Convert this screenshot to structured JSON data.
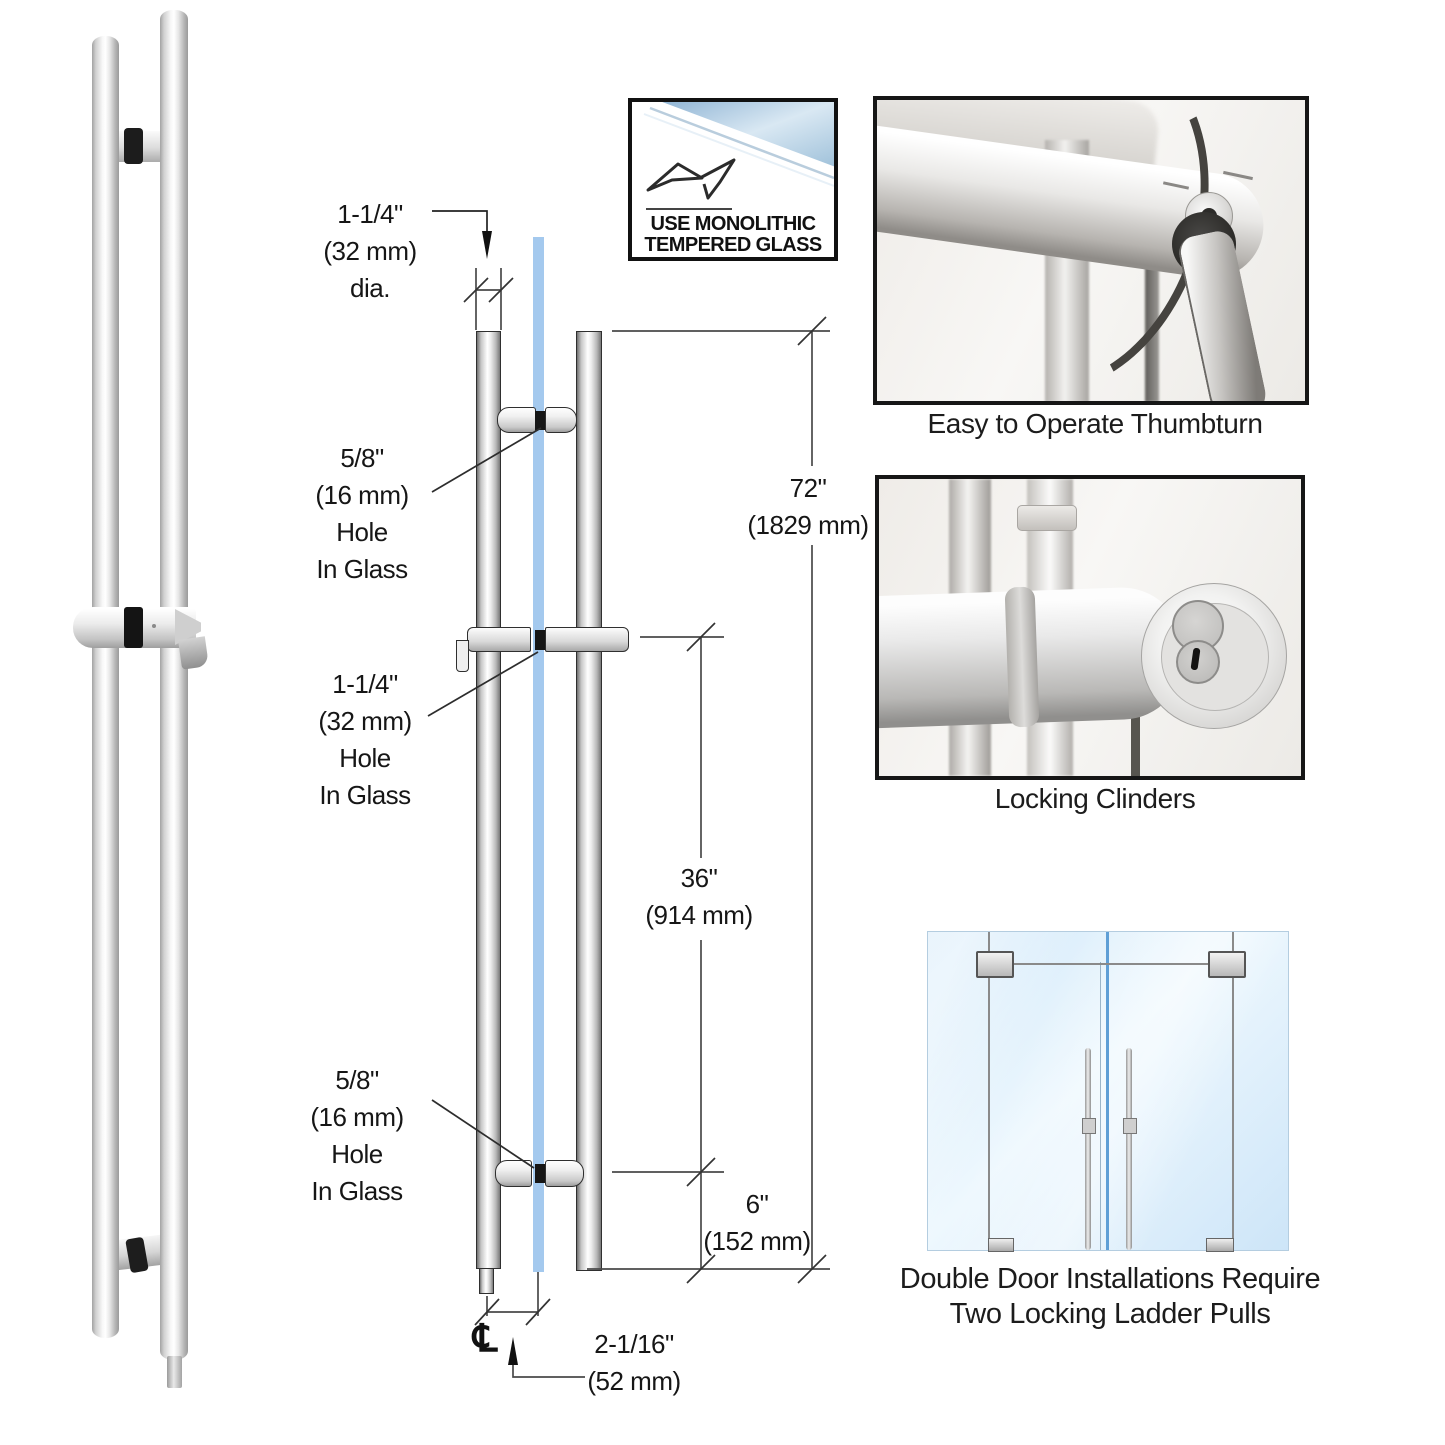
{
  "colors": {
    "background": "#ffffff",
    "glass_blue": "#a4c9ee",
    "door_glass": "#d7ebfa",
    "line": "#4a4a4a",
    "text": "#1a1a1a",
    "chrome": "#c9c9c9"
  },
  "badge": {
    "line1": "USE MONOLITHIC",
    "line2": "TEMPERED GLASS"
  },
  "drawing": {
    "dia_label": {
      "l1": "1-1/4\"",
      "l2": "(32 mm)",
      "l3": "dia."
    },
    "hole_top": {
      "l1": "5/8\"",
      "l2": "(16 mm)",
      "l3": "Hole",
      "l4": "In Glass"
    },
    "hole_mid": {
      "l1": "1-1/4\"",
      "l2": "(32 mm)",
      "l3": "Hole",
      "l4": "In Glass"
    },
    "hole_bottom": {
      "l1": "5/8\"",
      "l2": "(16 mm)",
      "l3": "Hole",
      "l4": "In Glass"
    },
    "dim_height": {
      "l1": "72\"",
      "l2": "(1829 mm)"
    },
    "dim_center": {
      "l1": "36\"",
      "l2": "(914 mm)"
    },
    "dim_bottom": {
      "l1": "6\"",
      "l2": "(152 mm)"
    },
    "dim_throw": {
      "l1": "2-1/16\"",
      "l2": "(52 mm)"
    },
    "centerline": "℄"
  },
  "insets": {
    "thumbturn_caption": "Easy to Operate Thumbturn",
    "cylinders_caption": "Locking Clinders",
    "doors_caption1": "Double Door Installations Require",
    "doors_caption2": "Two Locking Ladder Pulls"
  }
}
